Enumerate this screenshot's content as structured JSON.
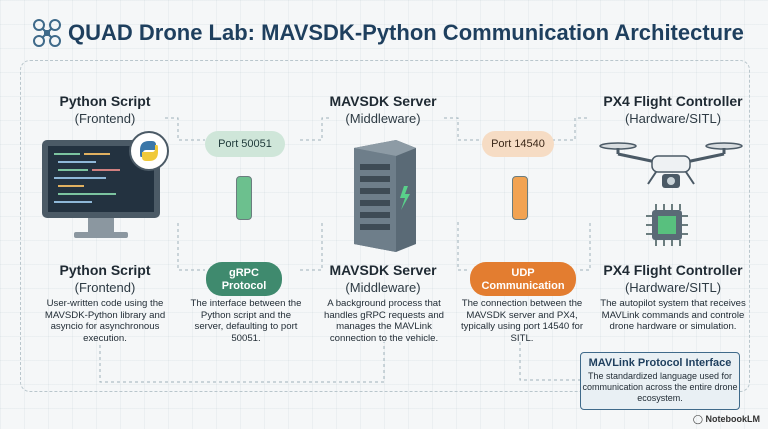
{
  "title": "QUAD Drone Lab: MAVSDK-Python Communication Architecture",
  "columns": [
    {
      "top_title": "Python Script",
      "top_sub": "(Frontend)",
      "bottom_title": "Python Script",
      "bottom_sub": "(Frontend)",
      "description": "User-written code using the MAVSDK-Python library and asyncio for asynchronous execution."
    },
    {
      "top_title": "MAVSDK Server",
      "top_sub": "(Middleware)",
      "bottom_title": "MAVSDK Server",
      "bottom_sub": "(Middleware)",
      "description": "A background process that handles gRPC requests and manages the MAVLink connection to the vehicle."
    },
    {
      "top_title": "PX4 Flight Controller",
      "top_sub": "(Hardware/SITL)",
      "bottom_title": "PX4 Flight Controller",
      "bottom_sub": "(Hardware/SITL)",
      "description": "The autopilot system that receives MAVLink commands and controle drone hardware or simulation."
    }
  ],
  "links": [
    {
      "port": "Port 50051",
      "protocol_line1": "gRPC",
      "protocol_line2": "Protocol",
      "description": "The interface between the Python script and the server, defaulting to port 50051.",
      "color": "#3f8a6e"
    },
    {
      "port": "Port 14540",
      "protocol_line1": "UDP",
      "protocol_line2": "Communication",
      "description": "The connection between the MAVSDK server and PX4, typically using port 14540 for SITL.",
      "color": "#e37d30"
    }
  ],
  "mavlink": {
    "title": "MAVLink Protocol Interface",
    "description": "The standardized language used for communication across the entire drone ecosystem."
  },
  "brand": "NotebookLM",
  "icons": [
    "drone-logo-icon",
    "monitor-icon",
    "python-logo-icon",
    "server-rack-icon",
    "drone-icon",
    "chip-icon",
    "notebooklm-icon"
  ]
}
